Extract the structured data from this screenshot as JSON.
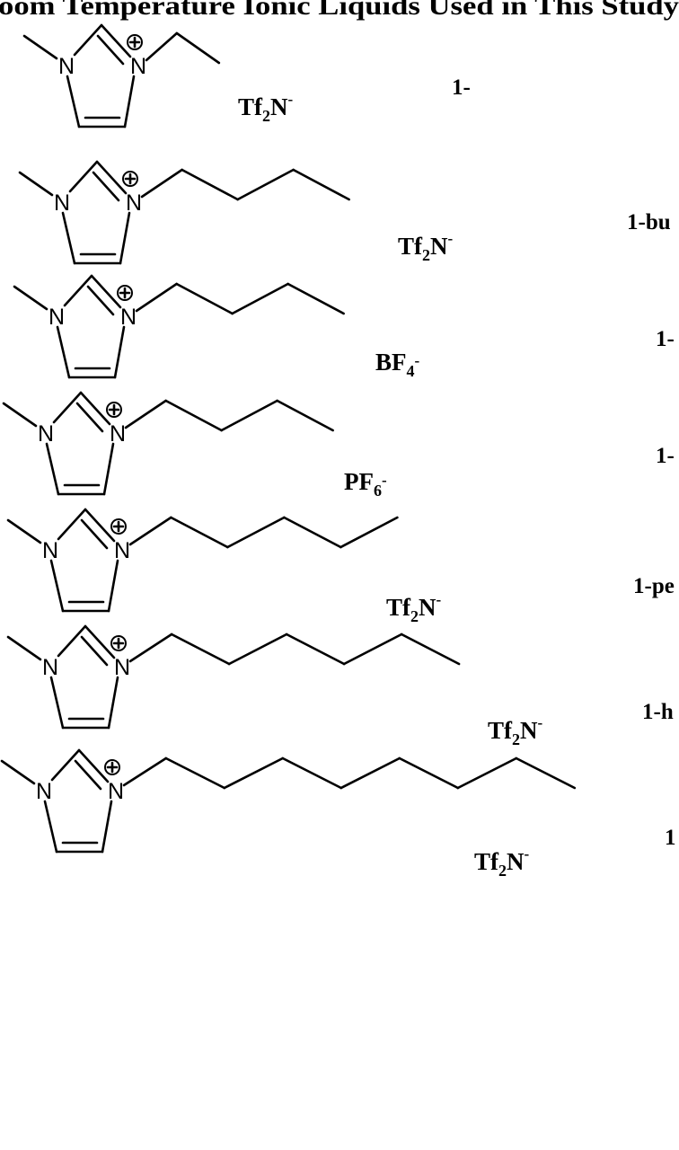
{
  "title": "oom Temperature Ionic Liquids Used in This Study",
  "atom_symbol": "N",
  "charge_symbol": "+",
  "rows": [
    {
      "chain_carbons": 2,
      "anion": {
        "base": "Tf",
        "sub": "2",
        "tail": "N",
        "sup": "-"
      },
      "label": "1-"
    },
    {
      "chain_carbons": 4,
      "anion": {
        "base": "Tf",
        "sub": "2",
        "tail": "N",
        "sup": "-"
      },
      "label": "1-bu"
    },
    {
      "chain_carbons": 4,
      "anion": {
        "base": "BF",
        "sub": "4",
        "tail": "",
        "sup": "-"
      },
      "label": "1-"
    },
    {
      "chain_carbons": 4,
      "anion": {
        "base": "PF",
        "sub": "6",
        "tail": "",
        "sup": "-"
      },
      "label": "1-"
    },
    {
      "chain_carbons": 5,
      "anion": {
        "base": "Tf",
        "sub": "2",
        "tail": "N",
        "sup": "-"
      },
      "label": "1-pe"
    },
    {
      "chain_carbons": 6,
      "anion": {
        "base": "Tf",
        "sub": "2",
        "tail": "N",
        "sup": "-"
      },
      "label": "1-h"
    },
    {
      "chain_carbons": 8,
      "anion": {
        "base": "Tf",
        "sub": "2",
        "tail": "N",
        "sup": "-"
      },
      "label": "1"
    }
  ]
}
